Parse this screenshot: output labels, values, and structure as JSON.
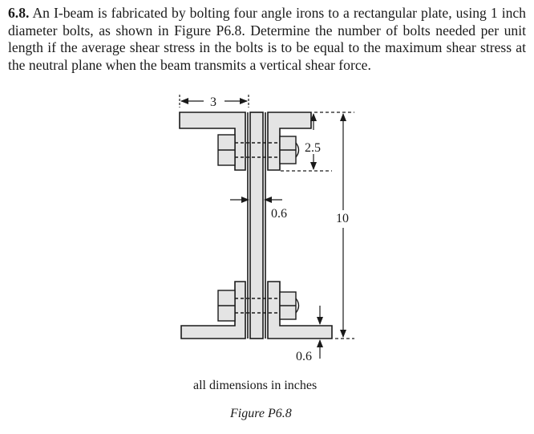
{
  "problem": {
    "number": "6.8.",
    "text": "An I-beam is fabricated by bolting four angle irons to a rectangular plate, using 1 inch diameter bolts, as shown in Figure P6.8. Determine the number of bolts needed per unit length if the average shear stress in the bolts is to be equal to the maximum shear stress at the neutral plane when the beam transmits a vertical shear force."
  },
  "figure": {
    "dims": {
      "flange_width": "3",
      "bolt_spacing": "2.5",
      "web_thickness": "0.6",
      "height": "10",
      "flange_thickness": "0.6"
    },
    "units_note": "all dimensions in inches",
    "caption": "Figure P6.8"
  }
}
